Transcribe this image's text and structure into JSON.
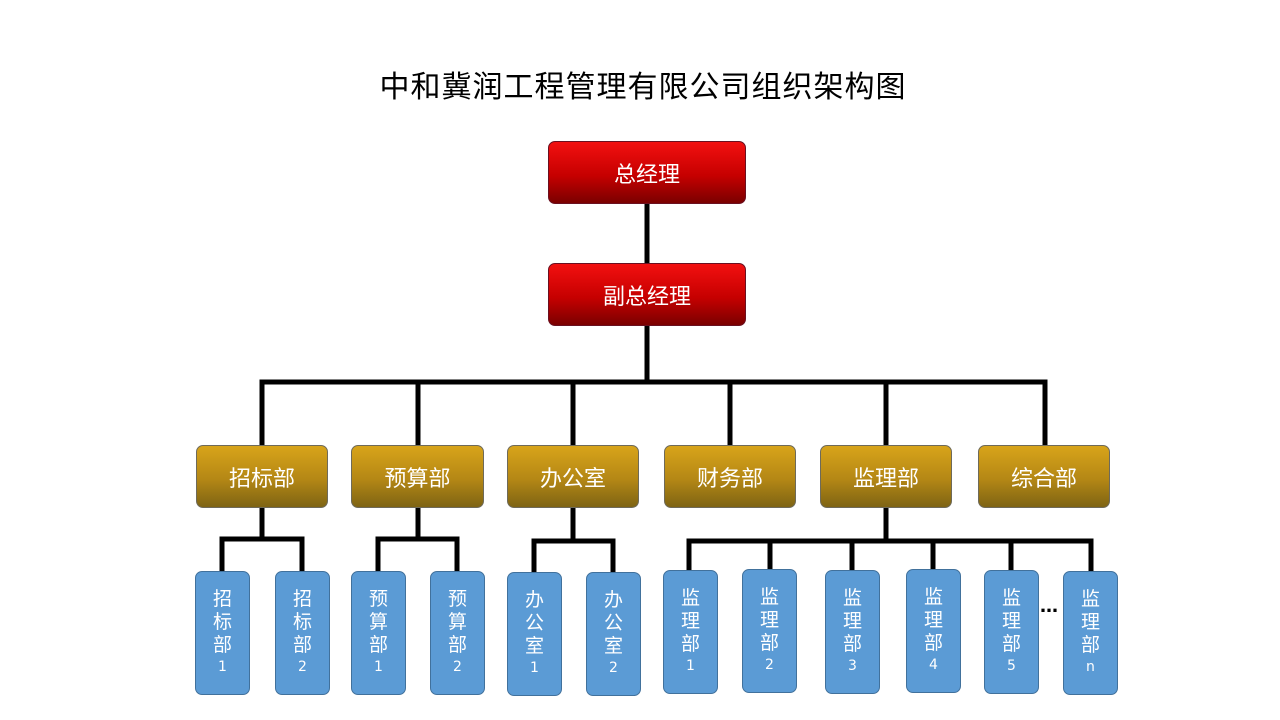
{
  "title": "中和冀润工程管理有限公司组织架构图",
  "level1": {
    "label": "总经理"
  },
  "level2": {
    "label": "副总经理"
  },
  "departments": [
    {
      "label": "招标部"
    },
    {
      "label": "预算部"
    },
    {
      "label": "办公室"
    },
    {
      "label": "财务部"
    },
    {
      "label": "监理部"
    },
    {
      "label": "综合部"
    }
  ],
  "sub_units": [
    {
      "chars": [
        "招",
        "标",
        "部"
      ],
      "num": "1"
    },
    {
      "chars": [
        "招",
        "标",
        "部"
      ],
      "num": "2"
    },
    {
      "chars": [
        "预",
        "算",
        "部"
      ],
      "num": "1"
    },
    {
      "chars": [
        "预",
        "算",
        "部"
      ],
      "num": "2"
    },
    {
      "chars": [
        "办",
        "公",
        "室"
      ],
      "num": "1"
    },
    {
      "chars": [
        "办",
        "公",
        "室"
      ],
      "num": "2"
    },
    {
      "chars": [
        "监",
        "理",
        "部"
      ],
      "num": "1"
    },
    {
      "chars": [
        "监",
        "理",
        "部"
      ],
      "num": "2"
    },
    {
      "chars": [
        "监",
        "理",
        "部"
      ],
      "num": "3"
    },
    {
      "chars": [
        "监",
        "理",
        "部"
      ],
      "num": "4"
    },
    {
      "chars": [
        "监",
        "理",
        "部"
      ],
      "num": "5"
    },
    {
      "chars": [
        "监",
        "理",
        "部"
      ],
      "num": "n"
    }
  ],
  "ellipsis": "…"
}
